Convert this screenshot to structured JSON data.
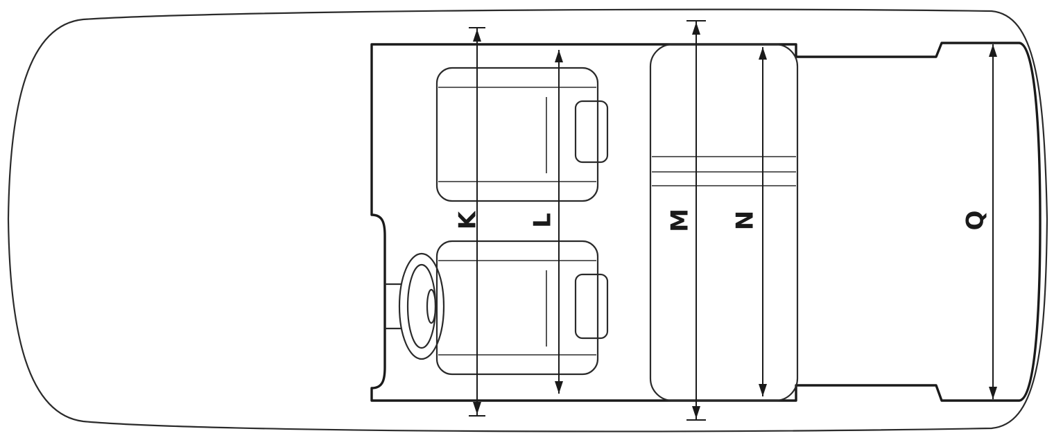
{
  "diagram": {
    "labels": {
      "k": "K",
      "l": "L",
      "m": "M",
      "n": "N",
      "q": "Q"
    }
  }
}
